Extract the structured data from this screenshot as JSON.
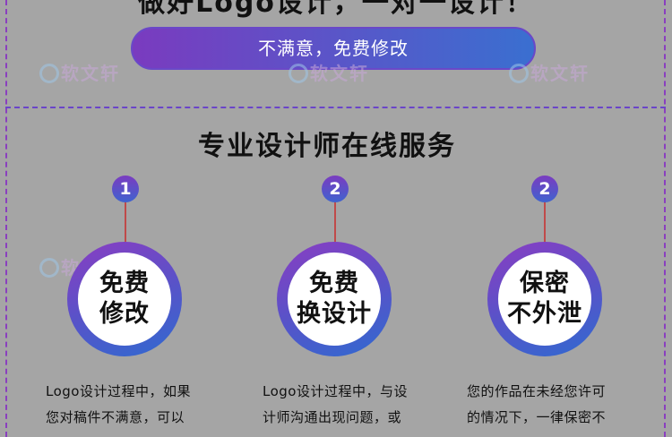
{
  "header": {
    "heading_partial": "做好Logo设计，一对一设计！"
  },
  "banner": {
    "label": "不满意，免费修改"
  },
  "watermark": {
    "text": "软文轩"
  },
  "section": {
    "title": "专业设计师在线服务"
  },
  "features": [
    {
      "badge": "1",
      "line1": "免费",
      "line2": "修改",
      "desc": [
        "Logo设计过程中，如果",
        "您对稿件不满意，可以"
      ]
    },
    {
      "badge": "2",
      "line1": "免费",
      "line2": "换设计",
      "desc": [
        "Logo设计过程中，与设",
        "计师沟通出现问题，或"
      ]
    },
    {
      "badge": "2",
      "line1": "保密",
      "line2": "不外泄",
      "desc": [
        "您的作品在未经您许可",
        "的情况下，一律保密不"
      ]
    }
  ],
  "colors": {
    "purple": "#7b3cc0",
    "blue": "#3a6fd0",
    "connector": "#c04a4a",
    "background": "#a5a5a5"
  }
}
